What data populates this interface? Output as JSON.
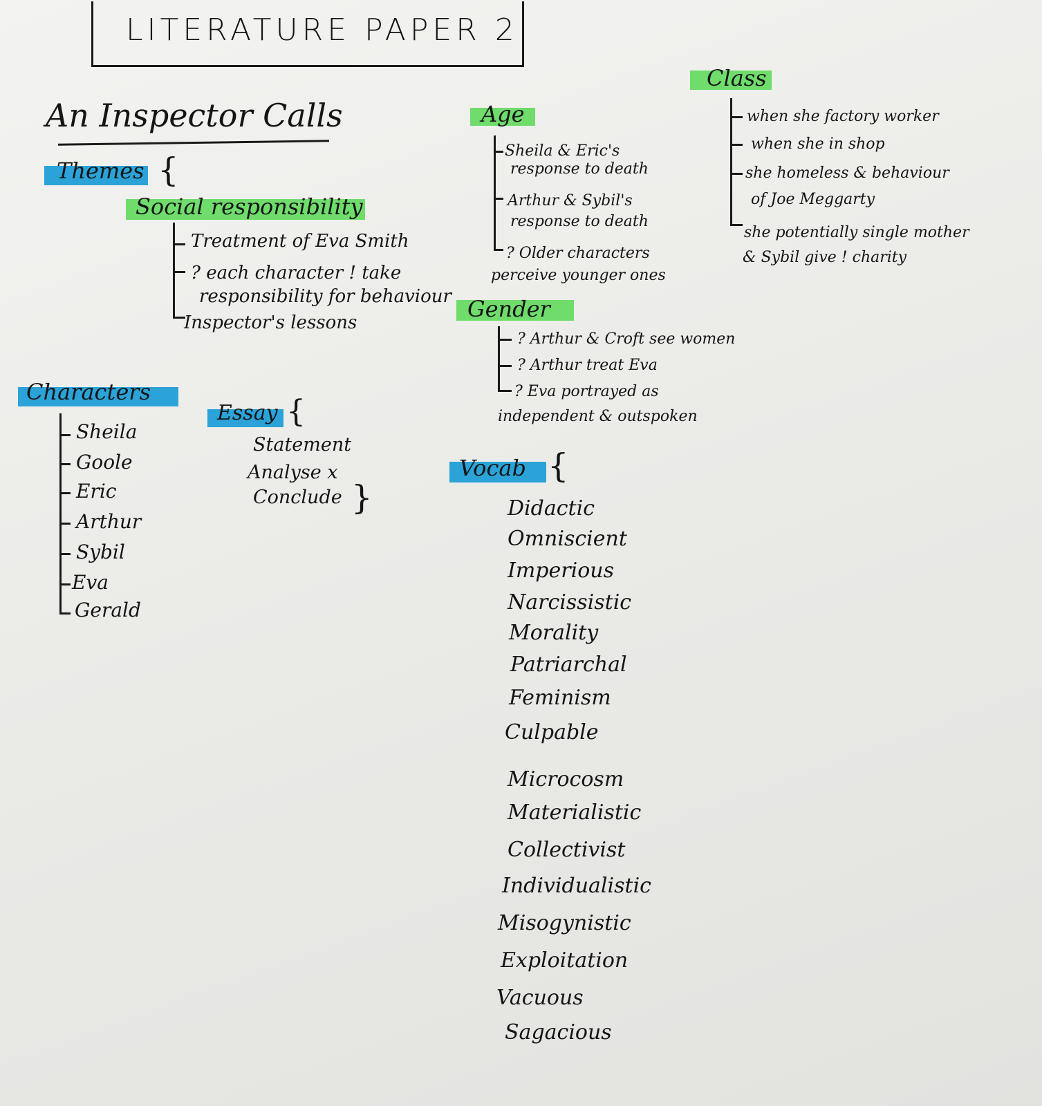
{
  "title": "LITERATURE PAPER 2",
  "subtitle": "An Inspector Calls",
  "themes": {
    "label": "Themes",
    "social_responsibility": {
      "label": "Social responsibility",
      "items": [
        "Treatment of Eva Smith",
        "? each character ! take",
        "responsibility for behaviour",
        "Inspector's lessons"
      ]
    }
  },
  "characters": {
    "label": "Characters",
    "items": [
      "Sheila",
      "Goole",
      "Eric",
      "Arthur",
      "Sybil",
      "Eva",
      "Gerald"
    ]
  },
  "essay": {
    "label": "Essay",
    "items": [
      "Statement",
      "Analyse x",
      "Conclude"
    ]
  },
  "age": {
    "label": "Age",
    "items": [
      "Sheila & Eric's",
      "response to death",
      "Arthur & Sybil's",
      "response to death",
      "? Older characters",
      "perceive younger ones"
    ]
  },
  "gender": {
    "label": "Gender",
    "items": [
      "? Arthur & Croft see women",
      "? Arthur treat Eva",
      "? Eva portrayed as",
      "independent & outspoken"
    ]
  },
  "class": {
    "label": "Class",
    "items": [
      "when she factory worker",
      "when she in shop",
      "she homeless & behaviour",
      "of Joe Meggarty",
      "she potentially single mother",
      "& Sybil give ! charity"
    ]
  },
  "vocab": {
    "label": "Vocab",
    "items": [
      "Didactic",
      "Omniscient",
      "Imperious",
      "Narcissistic",
      "Morality",
      "Patriarchal",
      "Feminism",
      "Culpable",
      "Microcosm",
      "Materialistic",
      "Collectivist",
      "Individualistic",
      "Misogynistic",
      "Exploitation",
      "Vacuous",
      "Sagacious"
    ]
  },
  "colors": {
    "theme_highlight": "#2ba3d8",
    "topic_highlight": "#6fdc6c",
    "ink": "#151515"
  }
}
